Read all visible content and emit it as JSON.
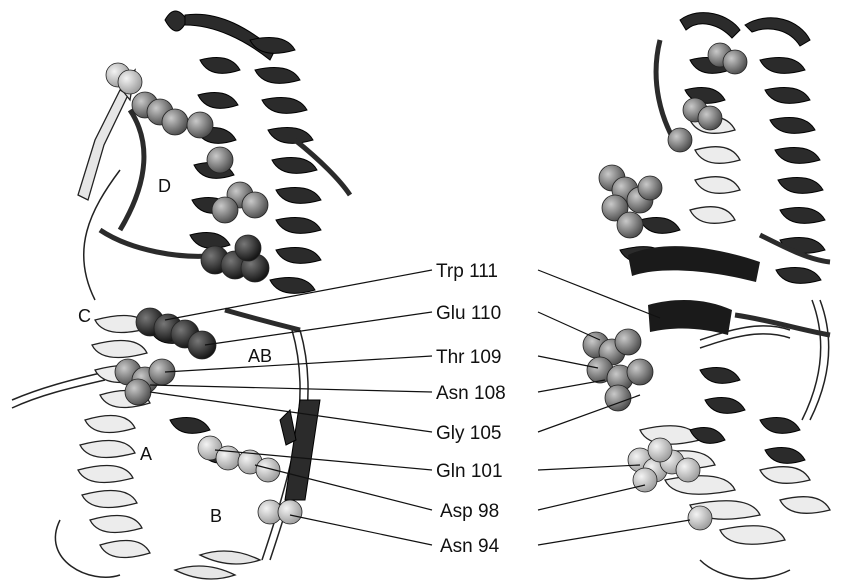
{
  "figure": {
    "domain_labels": [
      "D",
      "C",
      "AB",
      "A",
      "B"
    ],
    "residue_labels": [
      "Trp 111",
      "Glu 110",
      "Thr 109",
      "Asn 108",
      "Gly 105",
      "Gln 101",
      "Asp 98",
      "Asn 94"
    ]
  },
  "colors": {
    "background": "#ffffff",
    "helix_dark": "#2b2b2b",
    "helix_light": "#e6e6e6",
    "atom_light": "#c8c8c8",
    "atom_mid": "#8e8e8e",
    "atom_dark": "#3a3a3a"
  }
}
